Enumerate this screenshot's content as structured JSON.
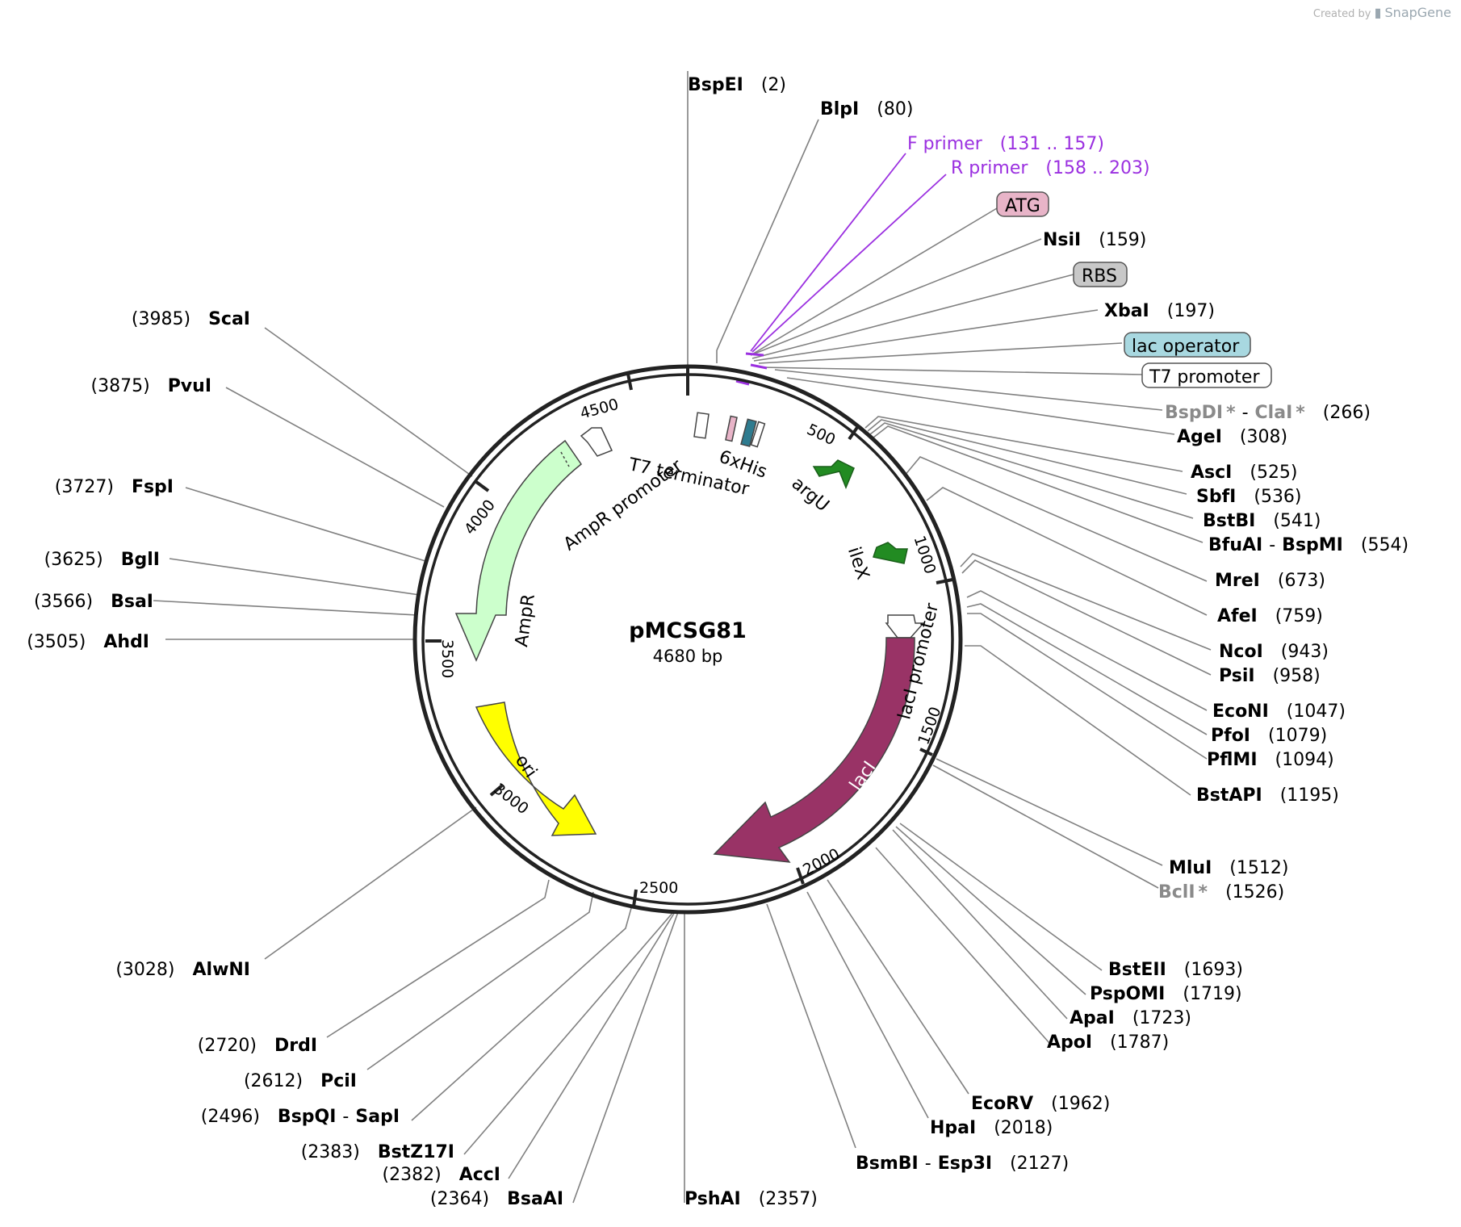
{
  "brand": {
    "created_by": "Created by",
    "product": "SnapGene"
  },
  "plasmid": {
    "name": "pMCSG81",
    "size_label": "4680 bp"
  },
  "ticks": [
    "500",
    "1000",
    "1500",
    "2000",
    "2500",
    "3000",
    "3500",
    "4000",
    "4500"
  ],
  "sites": [
    {
      "name": "BspEI",
      "pos": "(2)"
    },
    {
      "name": "BlpI",
      "pos": "(80)"
    },
    {
      "name": "F primer",
      "pos": "(131 .. 157)"
    },
    {
      "name": "R primer",
      "pos": "(158 .. 203)"
    },
    {
      "name": "ATG"
    },
    {
      "name": "NsiI",
      "pos": "(159)"
    },
    {
      "name": "RBS"
    },
    {
      "name": "XbaI",
      "pos": "(197)"
    },
    {
      "name": "lac operator"
    },
    {
      "name": "T7 promoter"
    },
    {
      "name": "BspDI",
      "star": "*",
      "sep": "-",
      "name2": "ClaI",
      "star2": "*",
      "pos": "(266)"
    },
    {
      "name": "AgeI",
      "pos": "(308)"
    },
    {
      "name": "AscI",
      "pos": "(525)"
    },
    {
      "name": "SbfI",
      "pos": "(536)"
    },
    {
      "name": "BstBI",
      "pos": "(541)"
    },
    {
      "name": "BfuAI",
      "sep": "-",
      "name2": "BspMI",
      "pos": "(554)"
    },
    {
      "name": "MreI",
      "pos": "(673)"
    },
    {
      "name": "AfeI",
      "pos": "(759)"
    },
    {
      "name": "NcoI",
      "pos": "(943)"
    },
    {
      "name": "PsiI",
      "pos": "(958)"
    },
    {
      "name": "EcoNI",
      "pos": "(1047)"
    },
    {
      "name": "PfoI",
      "pos": "(1079)"
    },
    {
      "name": "PflMI",
      "pos": "(1094)"
    },
    {
      "name": "BstAPI",
      "pos": "(1195)"
    },
    {
      "name": "MluI",
      "pos": "(1512)"
    },
    {
      "name": "BclI",
      "star": "*",
      "pos": "(1526)"
    },
    {
      "name": "BstEII",
      "pos": "(1693)"
    },
    {
      "name": "PspOMI",
      "pos": "(1719)"
    },
    {
      "name": "ApaI",
      "pos": "(1723)"
    },
    {
      "name": "ApoI",
      "pos": "(1787)"
    },
    {
      "name": "EcoRV",
      "pos": "(1962)"
    },
    {
      "name": "HpaI",
      "pos": "(2018)"
    },
    {
      "name": "BsmBI",
      "sep": "-",
      "name2": "Esp3I",
      "pos": "(2127)"
    },
    {
      "name": "PshAI",
      "pos": "(2357)"
    },
    {
      "name": "BsaAI",
      "pos": "(2364)"
    },
    {
      "name": "AccI",
      "pos": "(2382)"
    },
    {
      "name": "BstZ17I",
      "pos": "(2383)"
    },
    {
      "name": "BspQI",
      "sep": "-",
      "name2": "SapI",
      "pos": "(2496)"
    },
    {
      "name": "PciI",
      "pos": "(2612)"
    },
    {
      "name": "DrdI",
      "pos": "(2720)"
    },
    {
      "name": "AlwNI",
      "pos": "(3028)"
    },
    {
      "name": "AhdI",
      "pos": "(3505)"
    },
    {
      "name": "BsaI",
      "pos": "(3566)"
    },
    {
      "name": "BglI",
      "pos": "(3625)"
    },
    {
      "name": "FspI",
      "pos": "(3727)"
    },
    {
      "name": "PvuI",
      "pos": "(3875)"
    },
    {
      "name": "ScaI",
      "pos": "(3985)"
    }
  ],
  "features": {
    "his_tag": "6xHis",
    "t7_terminator": "T7 terminator",
    "argu": "argU",
    "ilex": "ileX",
    "laci_promoter": "lacI promoter",
    "laci": "lacI",
    "ori": "ori",
    "ampr": "AmpR",
    "ampr_promoter": "AmpR promoter"
  },
  "colors": {
    "ampr": "#ccffcc",
    "ori": "#ffff00",
    "laci": "#993366",
    "argu": "#228b22",
    "ilex": "#228b22",
    "atg_box": "#e8b4c8",
    "rbs_box": "#c8c8c8",
    "lac_operator_box": "#a8d8e0",
    "his_tag": "#2e7b8f",
    "primer": "#9b30e0",
    "leader": "#808080"
  }
}
